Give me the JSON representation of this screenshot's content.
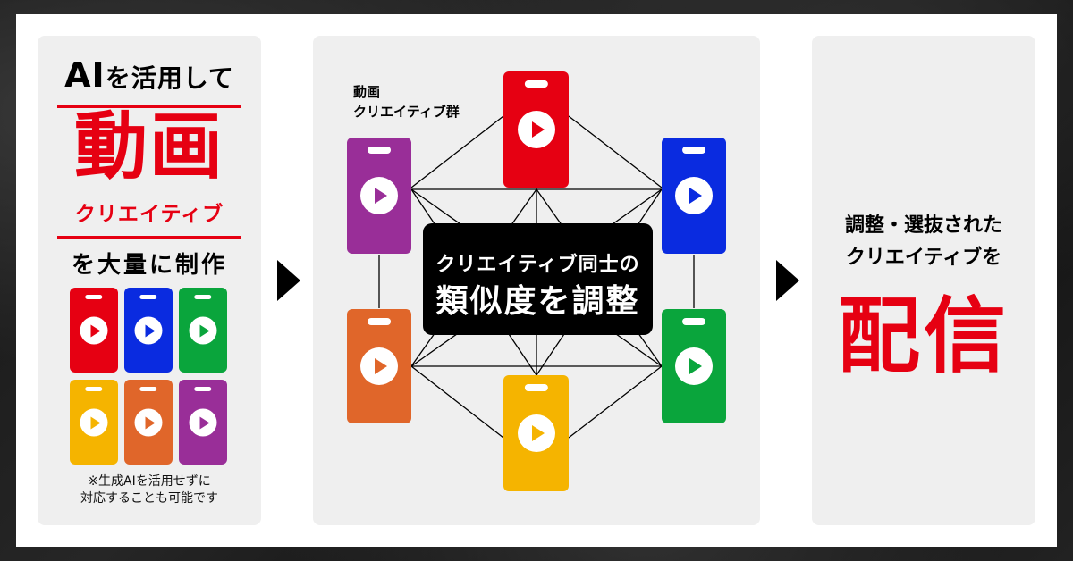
{
  "left": {
    "ai_prefix": "AI",
    "ai_rest": "を活用して",
    "main": "動画",
    "sub": "クリエイティブ",
    "produce": "を大量に制作",
    "note_line1": "※生成AIを活用せずに",
    "note_line2": "対応することも可能です",
    "phone_colors": [
      "#e60012",
      "#0a2be0",
      "#0aa53c",
      "#f5b400",
      "#e0662a",
      "#992e98"
    ]
  },
  "middle": {
    "label_line1": "動画",
    "label_line2": "クリエイティブ群",
    "center_line1": "クリエイティブ同士の",
    "center_line2": "類似度を調整",
    "phone_colors": {
      "top": "#e60012",
      "upper_left": "#992e98",
      "upper_right": "#0a2be0",
      "lower_left": "#e0662a",
      "lower_right": "#0aa53c",
      "bottom": "#f5b400"
    }
  },
  "right": {
    "line1": "調整・選抜された",
    "line2": "クリエイティブを",
    "big": "配信"
  },
  "colors": {
    "accent_red": "#e60012",
    "panel_bg": "#efefef"
  }
}
